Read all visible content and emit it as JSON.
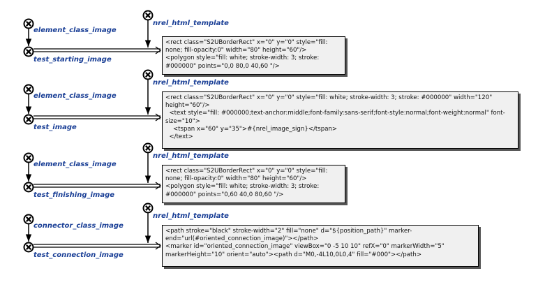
{
  "groups": [
    {
      "class_label": "element_class_image",
      "instance_label": "test_starting_image",
      "template_label": "nrel_html_template",
      "content": "<rect class=\"S2UBorderRect\" x=\"0\" y=\"0\" style=\"fill: none; fill-opacity:0\" width=\"80\" height=\"60\"/>\n<polygon style=\"fill: white; stroke-width: 3; stroke: #000000\" points=\"0,0 80,0 40,60 \"/>"
    },
    {
      "class_label": "element_class_image",
      "instance_label": "test_image",
      "template_label": "nrel_html_template",
      "content": "<rect class=\"S2UBorderRect\" x=\"0\" y=\"0\" style=\"fill: white; stroke-width: 3; stroke: #000000\" width=\"120\" height=\"60\"/>\n  <text style=\"fill: #000000;text-anchor:middle;font-family:sans-serif;font-style:normal;font-weight:normal\" font-size=\"10\">\n    <tspan x=\"60\" y=\"35\">#{nrel_image_sign}</tspan>\n  </text>"
    },
    {
      "class_label": "element_class_image",
      "instance_label": "test_finishing_image",
      "template_label": "nrel_html_template",
      "content": "<rect class=\"S2UBorderRect\" x=\"0\" y=\"0\" style=\"fill: none; fill-opacity:0\" width=\"80\" height=\"60\"/>\n<polygon style=\"fill: white; stroke-width: 3; stroke: #000000\" points=\"0,60 40,0 80,60 \"/>"
    },
    {
      "class_label": "connector_class_image",
      "instance_label": "test_connection_image",
      "template_label": "nrel_html_template",
      "content": "<path stroke=\"black\" stroke-width=\"2\" fill=\"none\" d=\"${position_path}\" marker-end=\"url(#oriented_connection_image)\"></path>\n<marker id=\"oriented_connection_image\" viewBox=\"0 -5 10 10\" refX=\"0\" markerWidth=\"5\" markerHeight=\"10\" orient=\"auto\"><path d=\"M0,-4L10,0L0,4\" fill=\"#000\"></path>"
    }
  ],
  "colors": {
    "label": "#1a3f96",
    "line": "#000000",
    "box_fill": "#f0f0f0"
  },
  "icons": {
    "node": "x-circle-icon"
  }
}
